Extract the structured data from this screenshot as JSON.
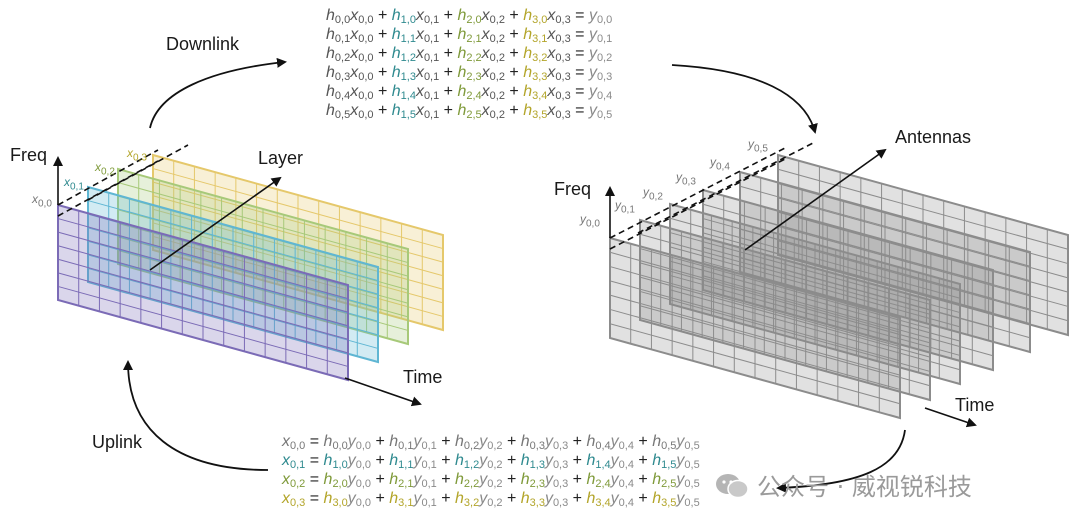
{
  "labels": {
    "downlink": "Downlink",
    "uplink": "Uplink",
    "freq_left": "Freq",
    "layer": "Layer",
    "time_left": "Time",
    "freq_right": "Freq",
    "antennas": "Antennas",
    "time_right": "Time"
  },
  "left_stack": {
    "x_labels": [
      "x0,0",
      "x0,1",
      "x0,2",
      "x0,3"
    ],
    "layer_colors": [
      "#7b6bb6",
      "#5fb6d3",
      "#a7c979",
      "#e5c86b"
    ]
  },
  "right_stack": {
    "y_labels": [
      "y0,0",
      "y0,1",
      "y0,2",
      "y0,3",
      "y0,4",
      "y0,5"
    ],
    "panel_color": "#8c8c8c"
  },
  "term_colors": [
    "#555555",
    "#2f8a8f",
    "#7f9a3a",
    "#b3a52a",
    "#555555",
    "#555555"
  ],
  "downlink_equations": [
    "h0,0x0,0 + h1,0x0,1 + h2,0x0,2 + h3,0x0,3 = y0,0",
    "h0,1x0,0 + h1,1x0,1 + h2,1x0,2 + h3,1x0,3 = y0,1",
    "h0,2x0,0 + h1,2x0,1 + h2,2x0,2 + h3,2x0,3 = y0,2",
    "h0,3x0,0 + h1,3x0,1 + h2,3x0,2 + h3,3x0,3 = y0,3",
    "h0,4x0,0 + h1,4x0,1 + h2,4x0,2 + h3,4x0,3 = y0,4",
    "h0,5x0,0 + h1,5x0,1 + h2,5x0,2 + h3,5x0,3 = y0,5"
  ],
  "uplink_equations": [
    "x0,0 = h0,0y0,0 + h0,1y0,1 + h0,2y0,2 + h0,3y0,3 + h0,4y0,4 + h0,5y0,5",
    "x0,1 = h1,0y0,0 + h1,1y0,1 + h1,2y0,2 + h1,3y0,3 + h1,4y0,4 + h1,5y0,5",
    "x0,2 = h2,0y0,0 + h2,1y0,1 + h2,2y0,2 + h2,3y0,3 + h2,4y0,4 + h2,5y0,5",
    "x0,3 = h3,0y0,0 + h3,1y0,1 + h3,2y0,2 + h3,3y0,3 + h3,4y0,4 + h3,5y0,5"
  ],
  "watermark": "公众号 · 威视锐科技"
}
